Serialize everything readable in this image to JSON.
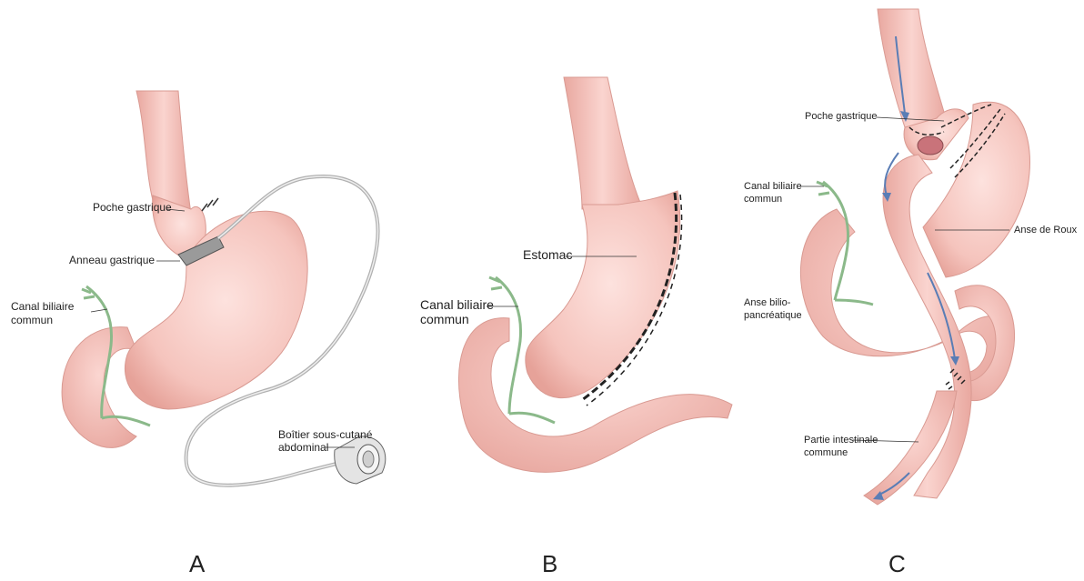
{
  "panels": [
    {
      "letter": "A",
      "labels": {
        "pouch": "Poche gastrique",
        "band": "Anneau gastrique",
        "bile_duct_1": "Canal biliaire",
        "bile_duct_2": "commun",
        "port_1": "Boîtier sous-cutané",
        "port_2": "abdominal"
      }
    },
    {
      "letter": "B",
      "labels": {
        "stomach": "Estomac",
        "bile_duct_1": "Canal biliaire",
        "bile_duct_2": "commun"
      }
    },
    {
      "letter": "C",
      "labels": {
        "pouch": "Poche gastrique",
        "bile_duct_1": "Canal biliaire",
        "bile_duct_2": "commun",
        "roux": "Anse de Roux",
        "bp_1": "Anse bilio-",
        "bp_2": "pancréatique",
        "common_1": "Partie intestinale",
        "common_2": "commune"
      }
    }
  ],
  "colors": {
    "tissue": "#f6c9c3",
    "tissue_dark": "#e6a79f",
    "outline": "#c98f88",
    "bile": "#9cc59a",
    "arrow": "#5a7db5",
    "staple": "#2a2a2a",
    "tube": "#b8b8b8"
  }
}
